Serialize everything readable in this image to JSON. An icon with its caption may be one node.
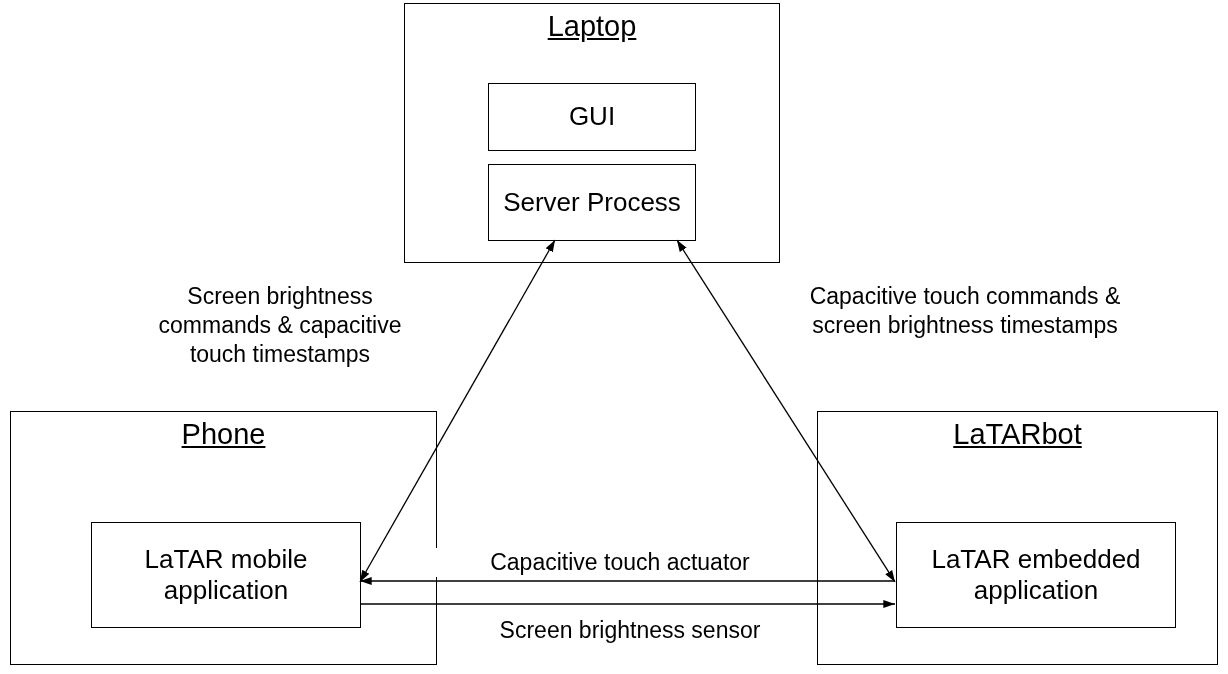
{
  "diagram": {
    "nodes": [
      {
        "text": [
          "Laptop"
        ]
      },
      {
        "text": [
          "GUI"
        ],
        "in": 0
      },
      {
        "text": [
          "Server Process"
        ],
        "in": 0
      },
      {
        "text": [
          "Phone"
        ]
      },
      {
        "text": [
          "LaTAR mobile application"
        ],
        "in": 3
      },
      {
        "text": [
          "LaTARbot"
        ]
      },
      {
        "text": [
          "LaTAR embedded application"
        ],
        "in": 5
      }
    ],
    "edges": [
      {
        "from": 2,
        "to": 4,
        "arrow": "both",
        "label": "Screen brightness commands & capacitive touch timestamps"
      },
      {
        "from": 2,
        "to": 6,
        "arrow": "both",
        "label": "Capacitive touch commands & screen brightness timestamps"
      },
      {
        "from": 6,
        "to": 4,
        "arrow": "to",
        "label": "Capacitive touch actuator"
      },
      {
        "from": 4,
        "to": 6,
        "arrow": "to",
        "label": "Screen brightness sensor"
      }
    ]
  }
}
